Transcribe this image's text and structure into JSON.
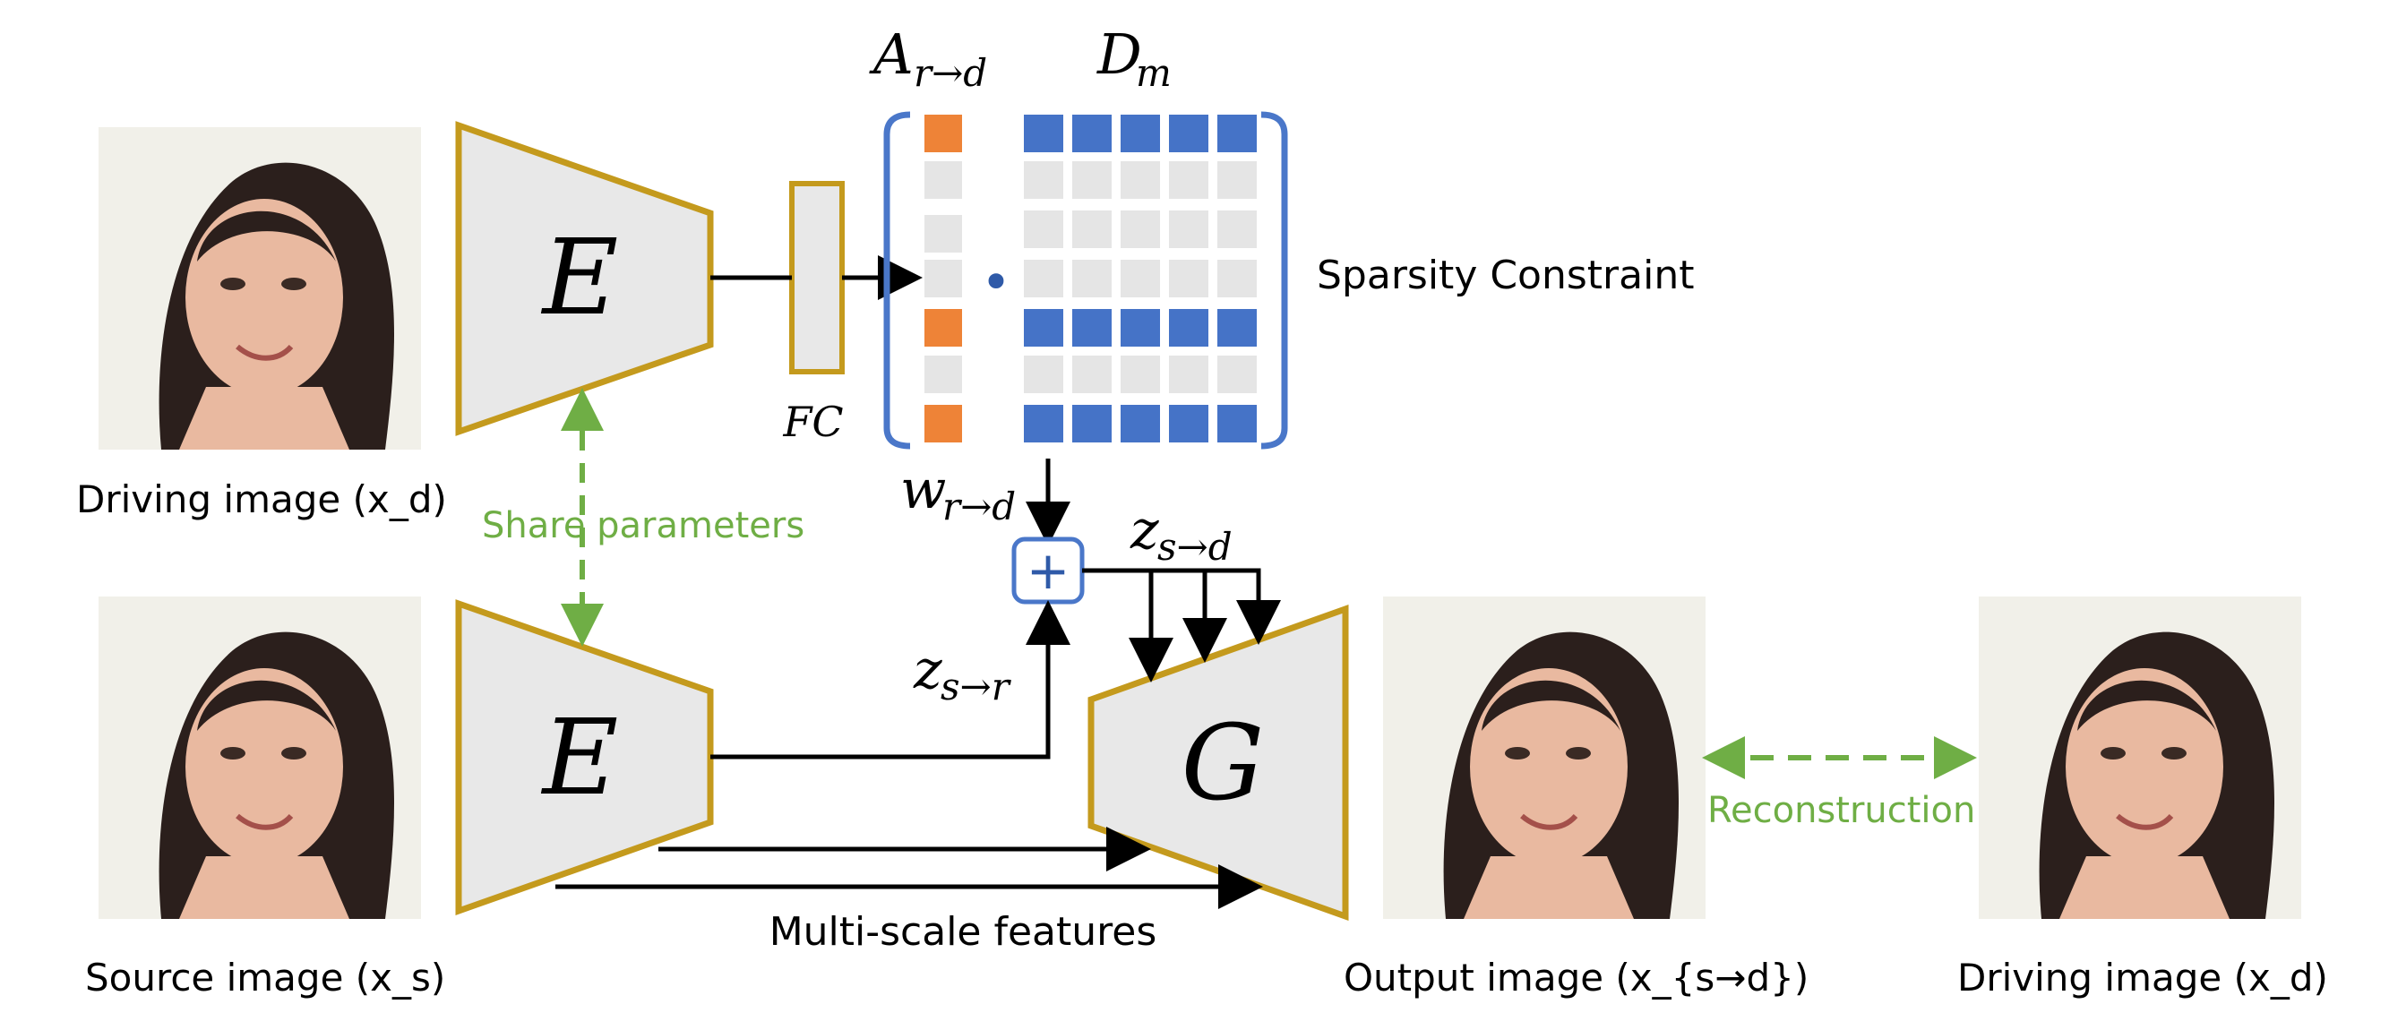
{
  "labels": {
    "driving_top": "Driving image (x_d)",
    "source": "Source image (x_s)",
    "output": "Output image (x_{s→d})",
    "driving_right": "Driving image (x_d)",
    "share": "Share parameters",
    "reconstruction": "Reconstruction",
    "multiscale": "Multi-scale features",
    "sparsity": "Sparsity Constraint",
    "fc": "FC"
  },
  "symbols": {
    "encoder": "E",
    "generator": "G",
    "A_base": "A",
    "A_sub": "r→d",
    "D_base": "D",
    "D_sub": "m",
    "w_base": "w",
    "w_sub": "r→d",
    "zsd_base": "z",
    "zsd_sub": "s→d",
    "zsr_base": "z",
    "zsr_sub": "s→r",
    "plus": "+",
    "dot": "•"
  },
  "colors": {
    "trapezoid_fill": "#e8e8e8",
    "trapezoid_stroke": "#c49a1d",
    "orange_cell": "#ee8337",
    "blue_cell": "#4573c7",
    "gray_cell": "#e5e5e5",
    "bracket_blue": "#4a77c9",
    "green": "#6fae45",
    "arrow": "#000000",
    "photo_bg": "#f1f0e9",
    "skin": "#e9b9a0",
    "hair": "#2b1f1c"
  },
  "icons": {
    "face_photo": "face-photo"
  }
}
